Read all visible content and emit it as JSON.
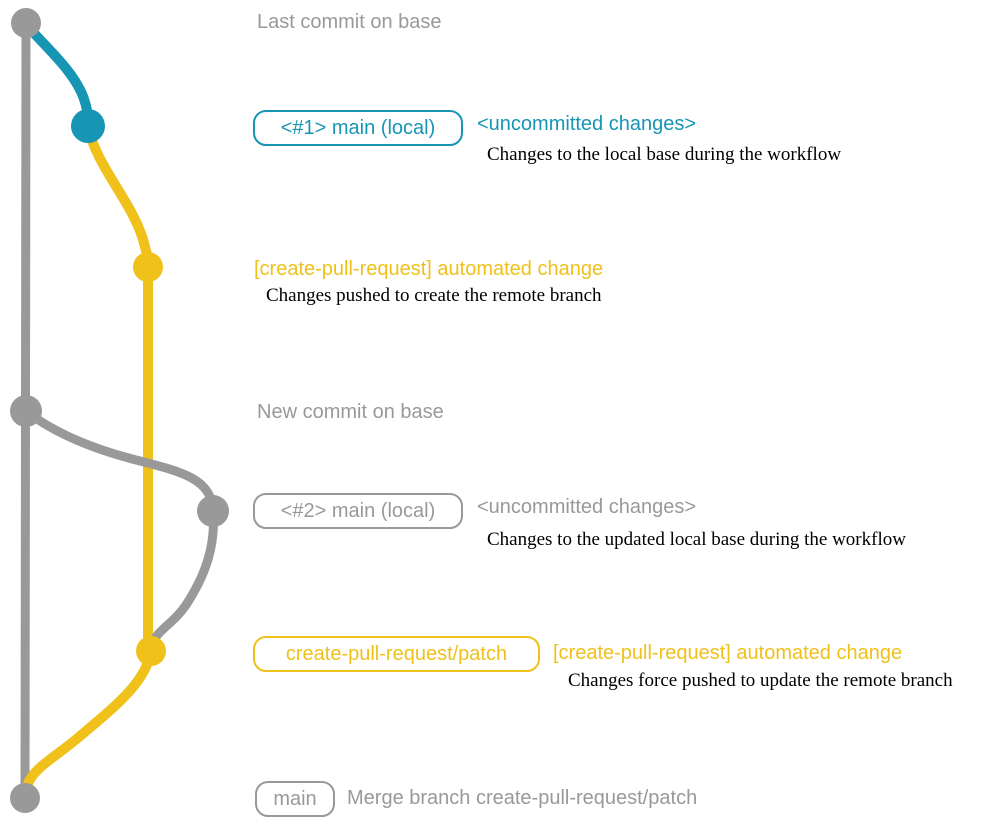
{
  "colors": {
    "gray": "#999999",
    "teal": "#1795b5",
    "yellow": "#efc11a",
    "ink": "#000000",
    "background": "#ffffff"
  },
  "rows": {
    "last_commit": {
      "label": "Last commit on base"
    },
    "main_local_1": {
      "badge": "<#1> main (local)",
      "note": "<uncommitted changes>",
      "description": "Changes to the local base during the workflow"
    },
    "automated_change_1": {
      "title": "[create-pull-request] automated change",
      "description": "Changes pushed to create the remote branch"
    },
    "new_commit": {
      "label": "New commit on base"
    },
    "main_local_2": {
      "badge": "<#2> main (local)",
      "note": "<uncommitted changes>",
      "description": "Changes to the updated local base during the workflow"
    },
    "patch_branch": {
      "badge": "create-pull-request/patch",
      "title": "[create-pull-request] automated change",
      "description": "Changes force pushed to update the remote branch"
    },
    "merge": {
      "badge": "main",
      "title": "Merge branch create-pull-request/patch"
    }
  },
  "graph": {
    "branches": [
      "base",
      "main-local",
      "create-pull-request-patch"
    ],
    "node_count": 7
  }
}
